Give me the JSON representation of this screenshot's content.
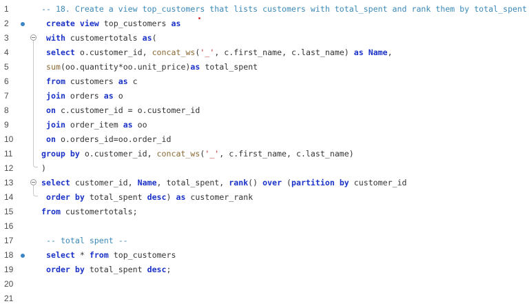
{
  "editor": {
    "lines": [
      {
        "n": "1",
        "indent": 60,
        "marker": false,
        "fold": "none",
        "tokens": [
          {
            "t": "-- 18. Create a view top_customers that lists customers with total_spent and rank them by total_spent",
            "c": "cm"
          }
        ]
      },
      {
        "n": "2",
        "indent": 67,
        "marker": true,
        "fold": "none",
        "tokens": [
          {
            "t": "create view",
            "c": "kw"
          },
          {
            "t": " top_customers ",
            "c": "id"
          },
          {
            "t": "as",
            "c": "kw"
          }
        ]
      },
      {
        "n": "3",
        "indent": 67,
        "marker": false,
        "fold": "open",
        "tokens": [
          {
            "t": "with",
            "c": "kw"
          },
          {
            "t": " customertotals ",
            "c": "id"
          },
          {
            "t": "as",
            "c": "kw"
          },
          {
            "t": "(",
            "c": "id"
          }
        ]
      },
      {
        "n": "4",
        "indent": 67,
        "marker": false,
        "fold": "line",
        "tokens": [
          {
            "t": "select",
            "c": "kw"
          },
          {
            "t": " o.customer_id, ",
            "c": "id"
          },
          {
            "t": "concat_ws",
            "c": "fn"
          },
          {
            "t": "(",
            "c": "id"
          },
          {
            "t": "'_'",
            "c": "str"
          },
          {
            "t": ", c.first_name, c.last_name) ",
            "c": "id"
          },
          {
            "t": "as",
            "c": "kw"
          },
          {
            "t": " ",
            "c": "id"
          },
          {
            "t": "Name",
            "c": "kw"
          },
          {
            "t": ",",
            "c": "id"
          }
        ]
      },
      {
        "n": "5",
        "indent": 67,
        "marker": false,
        "fold": "line",
        "tokens": [
          {
            "t": "sum",
            "c": "fn"
          },
          {
            "t": "(oo.quantity*oo.unit_price)",
            "c": "id"
          },
          {
            "t": "as",
            "c": "kw"
          },
          {
            "t": " total_spent",
            "c": "id"
          }
        ]
      },
      {
        "n": "6",
        "indent": 67,
        "marker": false,
        "fold": "line",
        "tokens": [
          {
            "t": "from",
            "c": "kw"
          },
          {
            "t": " customers ",
            "c": "id"
          },
          {
            "t": "as",
            "c": "kw"
          },
          {
            "t": " c",
            "c": "id"
          }
        ]
      },
      {
        "n": "7",
        "indent": 67,
        "marker": false,
        "fold": "line",
        "tokens": [
          {
            "t": "join",
            "c": "kw"
          },
          {
            "t": " orders ",
            "c": "id"
          },
          {
            "t": "as",
            "c": "kw"
          },
          {
            "t": " o",
            "c": "id"
          }
        ]
      },
      {
        "n": "8",
        "indent": 67,
        "marker": false,
        "fold": "line",
        "tokens": [
          {
            "t": "on",
            "c": "kw"
          },
          {
            "t": " c.customer_id = o.customer_id",
            "c": "id"
          }
        ]
      },
      {
        "n": "9",
        "indent": 67,
        "marker": false,
        "fold": "line",
        "tokens": [
          {
            "t": "join",
            "c": "kw"
          },
          {
            "t": " order_item ",
            "c": "id"
          },
          {
            "t": "as",
            "c": "kw"
          },
          {
            "t": " oo",
            "c": "id"
          }
        ]
      },
      {
        "n": "10",
        "indent": 67,
        "marker": false,
        "fold": "line",
        "tokens": [
          {
            "t": "on",
            "c": "kw"
          },
          {
            "t": " o.orders_id=oo.order_id",
            "c": "id"
          }
        ]
      },
      {
        "n": "11",
        "indent": 60,
        "marker": false,
        "fold": "line",
        "tokens": [
          {
            "t": "group by",
            "c": "kw"
          },
          {
            "t": " o.customer_id, ",
            "c": "id"
          },
          {
            "t": "concat_ws",
            "c": "fn"
          },
          {
            "t": "(",
            "c": "id"
          },
          {
            "t": "'_'",
            "c": "str"
          },
          {
            "t": ", c.first_name, c.last_name)",
            "c": "id"
          }
        ]
      },
      {
        "n": "12",
        "indent": 60,
        "marker": false,
        "fold": "end",
        "tokens": [
          {
            "t": ")",
            "c": "id"
          }
        ]
      },
      {
        "n": "13",
        "indent": 60,
        "marker": false,
        "fold": "open",
        "tokens": [
          {
            "t": "select",
            "c": "kw"
          },
          {
            "t": " customer_id, ",
            "c": "id"
          },
          {
            "t": "Name",
            "c": "kw"
          },
          {
            "t": ", total_spent, ",
            "c": "id"
          },
          {
            "t": "rank",
            "c": "kw"
          },
          {
            "t": "() ",
            "c": "id"
          },
          {
            "t": "over",
            "c": "kw"
          },
          {
            "t": " (",
            "c": "id"
          },
          {
            "t": "partition by",
            "c": "kw"
          },
          {
            "t": " customer_id",
            "c": "id"
          }
        ]
      },
      {
        "n": "14",
        "indent": 67,
        "marker": false,
        "fold": "end",
        "tokens": [
          {
            "t": "order by",
            "c": "kw"
          },
          {
            "t": " total_spent ",
            "c": "id"
          },
          {
            "t": "desc",
            "c": "kw"
          },
          {
            "t": ") ",
            "c": "id"
          },
          {
            "t": "as",
            "c": "kw"
          },
          {
            "t": " customer_rank",
            "c": "id"
          }
        ]
      },
      {
        "n": "15",
        "indent": 60,
        "marker": false,
        "fold": "none",
        "tokens": [
          {
            "t": "from",
            "c": "kw"
          },
          {
            "t": " customertotals;",
            "c": "id"
          }
        ]
      },
      {
        "n": "16",
        "indent": 60,
        "marker": false,
        "fold": "none",
        "tokens": []
      },
      {
        "n": "17",
        "indent": 67,
        "marker": false,
        "fold": "none",
        "tokens": [
          {
            "t": "-- total spent --",
            "c": "cm"
          }
        ]
      },
      {
        "n": "18",
        "indent": 67,
        "marker": true,
        "fold": "none",
        "tokens": [
          {
            "t": "select",
            "c": "kw"
          },
          {
            "t": " * ",
            "c": "id"
          },
          {
            "t": "from",
            "c": "kw"
          },
          {
            "t": " top_customers",
            "c": "id"
          }
        ]
      },
      {
        "n": "19",
        "indent": 67,
        "marker": false,
        "fold": "none",
        "tokens": [
          {
            "t": "order by",
            "c": "kw"
          },
          {
            "t": " total_spent ",
            "c": "id"
          },
          {
            "t": "desc",
            "c": "kw"
          },
          {
            "t": ";",
            "c": "id"
          }
        ]
      },
      {
        "n": "20",
        "indent": 60,
        "marker": false,
        "fold": "none",
        "tokens": []
      },
      {
        "n": "21",
        "indent": 60,
        "marker": false,
        "fold": "none",
        "tokens": []
      }
    ]
  },
  "colors": {
    "keyword": "#1a32c8",
    "function": "#8a6a34",
    "string": "#b02a2a",
    "comment": "#3a88b5",
    "identifier": "#333333",
    "line_marker": "#3a85c6"
  }
}
